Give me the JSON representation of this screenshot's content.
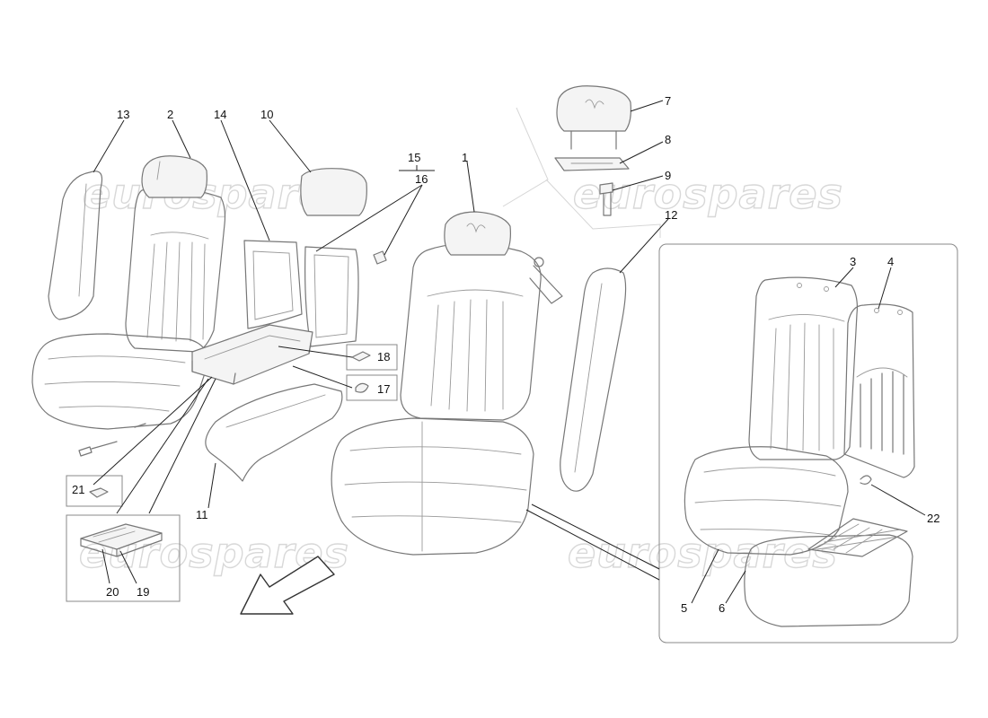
{
  "watermark": {
    "text": "eurospares"
  },
  "callouts": [
    {
      "id": "1",
      "label": "1"
    },
    {
      "id": "2",
      "label": "2"
    },
    {
      "id": "3",
      "label": "3"
    },
    {
      "id": "4",
      "label": "4"
    },
    {
      "id": "5",
      "label": "5"
    },
    {
      "id": "6",
      "label": "6"
    },
    {
      "id": "7",
      "label": "7"
    },
    {
      "id": "8",
      "label": "8"
    },
    {
      "id": "9",
      "label": "9"
    },
    {
      "id": "10",
      "label": "10"
    },
    {
      "id": "11",
      "label": "11"
    },
    {
      "id": "12",
      "label": "12"
    },
    {
      "id": "13",
      "label": "13"
    },
    {
      "id": "14",
      "label": "14"
    },
    {
      "id": "15",
      "label": "15"
    },
    {
      "id": "16",
      "label": "16"
    },
    {
      "id": "17",
      "label": "17"
    },
    {
      "id": "18",
      "label": "18"
    },
    {
      "id": "19",
      "label": "19"
    },
    {
      "id": "20",
      "label": "20"
    },
    {
      "id": "21",
      "label": "21"
    },
    {
      "id": "22",
      "label": "22"
    }
  ]
}
